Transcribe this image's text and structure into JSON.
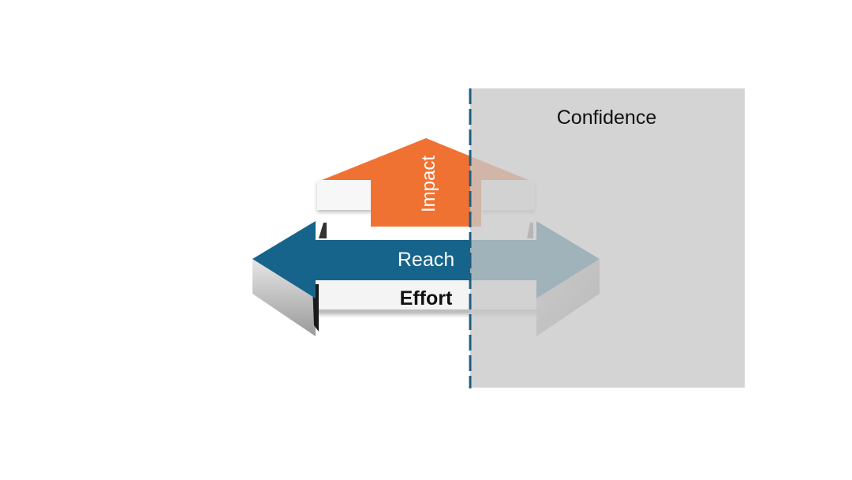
{
  "diagram": {
    "labels": {
      "confidence": "Confidence",
      "impact": "Impact",
      "reach": "Reach",
      "effort": "Effort"
    },
    "colors": {
      "impact_arrow": "#F07233",
      "reach_arrow": "#16648B",
      "confidence_overlay": "#D0D0D0",
      "divider_line": "#1E5F80",
      "effort_face": "#FFFFFF",
      "arrow_side": "#9E9E9E"
    }
  }
}
